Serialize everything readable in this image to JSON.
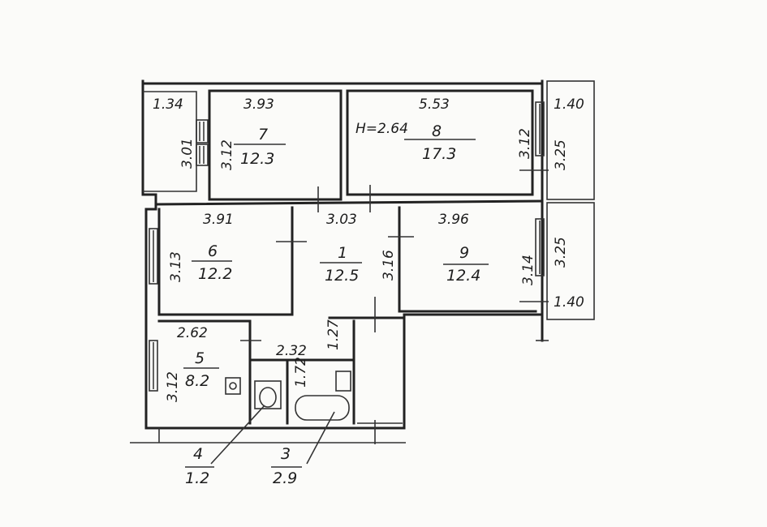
{
  "height_note": "H=2.64",
  "rooms": [
    {
      "id": "r7",
      "number": "7",
      "area": "12.3",
      "width": "3.93",
      "height": "3.12"
    },
    {
      "id": "r8",
      "number": "8",
      "area": "17.3",
      "width": "5.53",
      "height": "3.12"
    },
    {
      "id": "r6",
      "number": "6",
      "area": "12.2",
      "width": "3.91",
      "height": "3.13"
    },
    {
      "id": "r1",
      "number": "1",
      "area": "12.5",
      "width": "3.03",
      "height": "3.16"
    },
    {
      "id": "r9",
      "number": "9",
      "area": "12.4",
      "width": "3.96",
      "height": "3.14"
    },
    {
      "id": "r5",
      "number": "5",
      "area": "8.2",
      "width": "2.62",
      "height": "3.12"
    },
    {
      "id": "r4",
      "number": "4",
      "area": "1.2"
    },
    {
      "id": "r3",
      "number": "3",
      "area": "2.9"
    }
  ],
  "balconies": {
    "left_width": "1.34",
    "left_height": "3.01",
    "right_top_width": "1.40",
    "right_top_height": "3.25",
    "right_bottom_width": "1.40",
    "right_bottom_height": "3.25"
  },
  "corridor": {
    "width": "2.32",
    "height_a": "1.27",
    "height_b": "1.72"
  }
}
